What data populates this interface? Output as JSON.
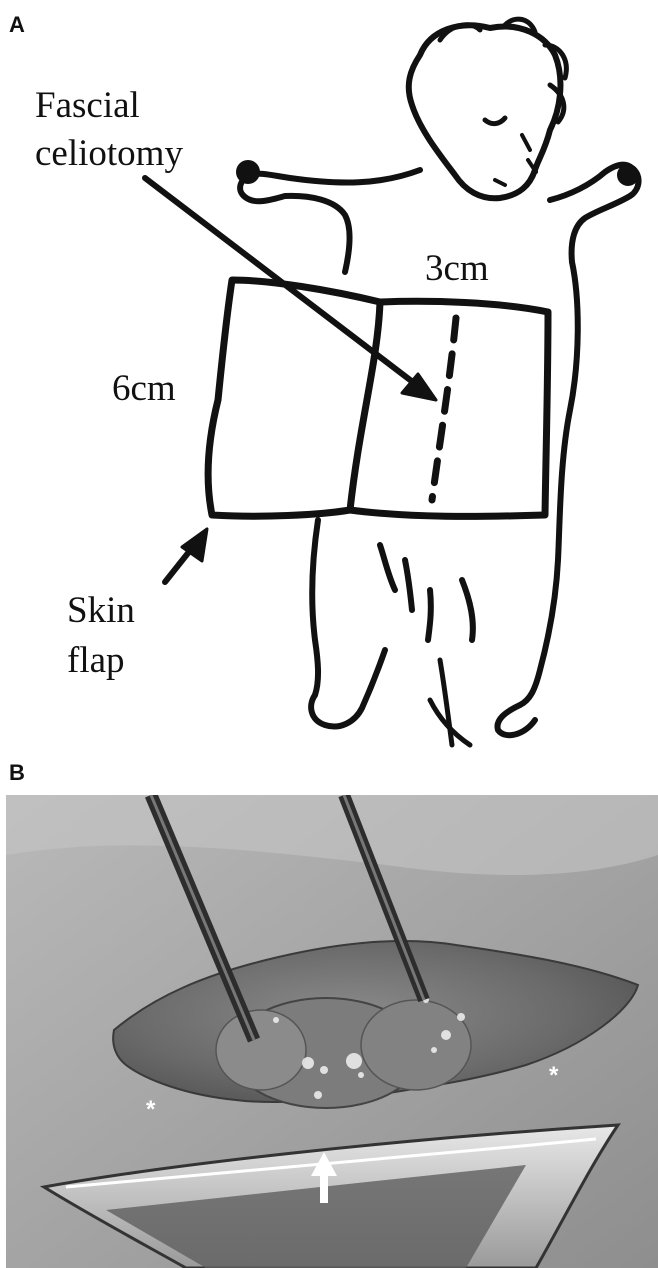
{
  "panel_a": {
    "label": "A",
    "annotations": {
      "fascial_celiotomy_line1": "Fascial",
      "fascial_celiotomy_line2": "celiotomy",
      "width": "3cm",
      "height": "6cm",
      "skin_flap_line1": "Skin",
      "skin_flap_line2": "flap"
    }
  },
  "panel_b": {
    "label": "B",
    "markers": [
      "*",
      "*"
    ]
  }
}
